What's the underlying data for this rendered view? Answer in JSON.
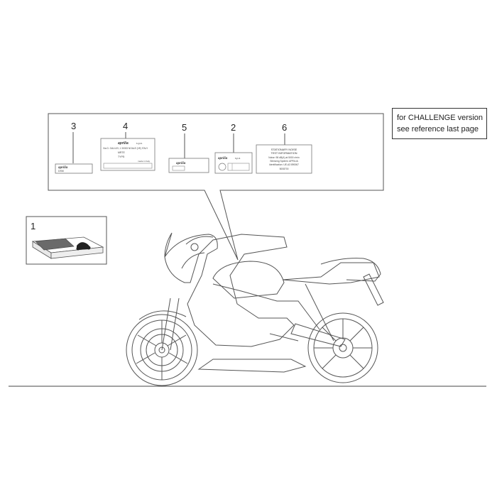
{
  "note": {
    "line1": "for CHALLENGE version",
    "line2": "see reference last page"
  },
  "callouts": {
    "item1": "1",
    "item2": "2",
    "item3": "3",
    "item4": "4",
    "item5": "5",
    "item6": "6"
  },
  "labels": {
    "brand": "aprilia",
    "spa": "s.p.a.",
    "address": "Via G. GALILEI, 1 30033 NOALE (VE) ITALY",
    "mete": "MRTE",
    "type": "TYPE:",
    "made_in": "made in Italy",
    "dsm": "DSM",
    "noise_lines": [
      "STATIONARY NOISE",
      "TEST INFORMATION",
      "Noise: 98 dB(A) at 5000 r/min",
      "Silencing System: APRILIA",
      "Identification: UE-A3 890067",
      "5008700"
    ]
  },
  "colors": {
    "line": "#555555",
    "label_outline": "#777777",
    "card_dark": "#6a6a6a"
  }
}
